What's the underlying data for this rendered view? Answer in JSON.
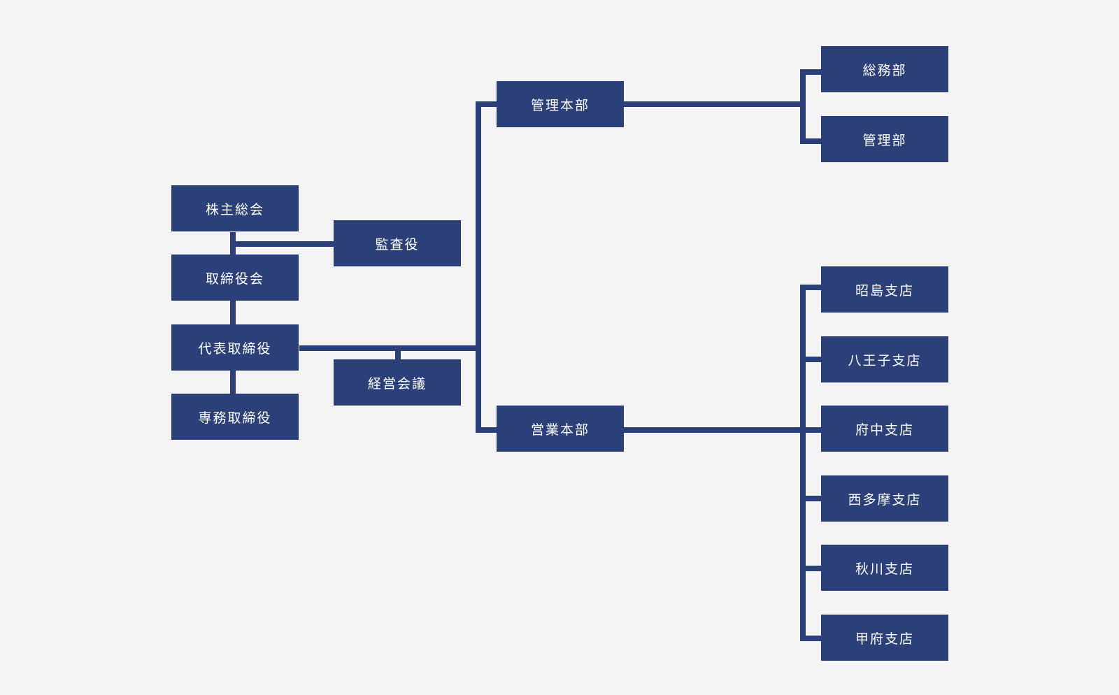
{
  "colors": {
    "background": "#f4f4f4",
    "box": "#2b4078",
    "text": "#ffffff",
    "connector": "#2b4078"
  },
  "org": {
    "shareholders_meeting": "株主総会",
    "board_of_directors": "取締役会",
    "auditor": "監査役",
    "representative_director": "代表取締役",
    "executive_director": "専務取締役",
    "management_meeting": "経営会議",
    "admin_hq": "管理本部",
    "sales_hq": "営業本部",
    "admin_departments": [
      "総務部",
      "管理部"
    ],
    "sales_branches": [
      "昭島支店",
      "八王子支店",
      "府中支店",
      "西多摩支店",
      "秋川支店",
      "甲府支店"
    ]
  }
}
